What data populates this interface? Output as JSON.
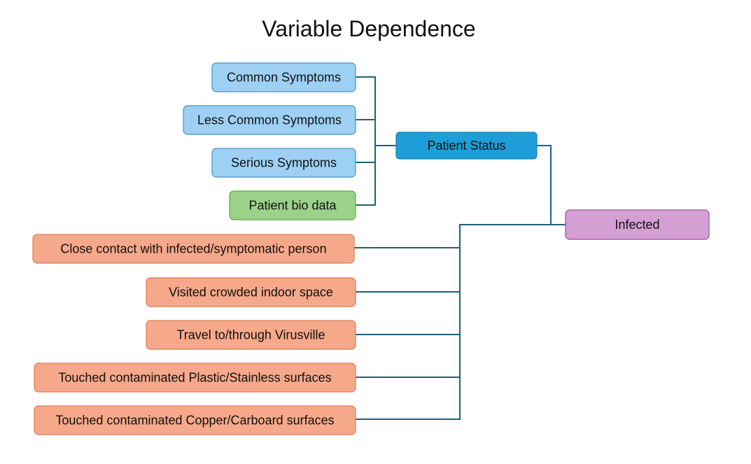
{
  "title": "Variable Dependence",
  "colors": {
    "blue_fill": "#9dd0f3",
    "blue_stroke": "#4a90c8",
    "green_fill": "#9bd28a",
    "green_stroke": "#5aa64a",
    "orange_fill": "#f5a88a",
    "orange_stroke": "#e07a50",
    "status_fill": "#1e9ed8",
    "status_stroke": "#1780b2",
    "purple_fill": "#d49fd3",
    "purple_stroke": "#9a4f9e",
    "connector": "#1f5f7a"
  },
  "nodes": {
    "common_symptoms": "Common Symptoms",
    "less_common_symptoms": "Less Common Symptoms",
    "serious_symptoms": "Serious Symptoms",
    "patient_bio_data": "Patient bio data",
    "patient_status": "Patient Status",
    "infected": "Infected",
    "close_contact": "Close contact with infected/symptomatic person",
    "crowded_indoor": "Visited crowded indoor space",
    "travel_virusville": "Travel to/through Virusville",
    "plastic_stainless": "Touched contaminated Plastic/Stainless surfaces",
    "copper_cardboard": "Touched contaminated Copper/Carboard surfaces"
  }
}
